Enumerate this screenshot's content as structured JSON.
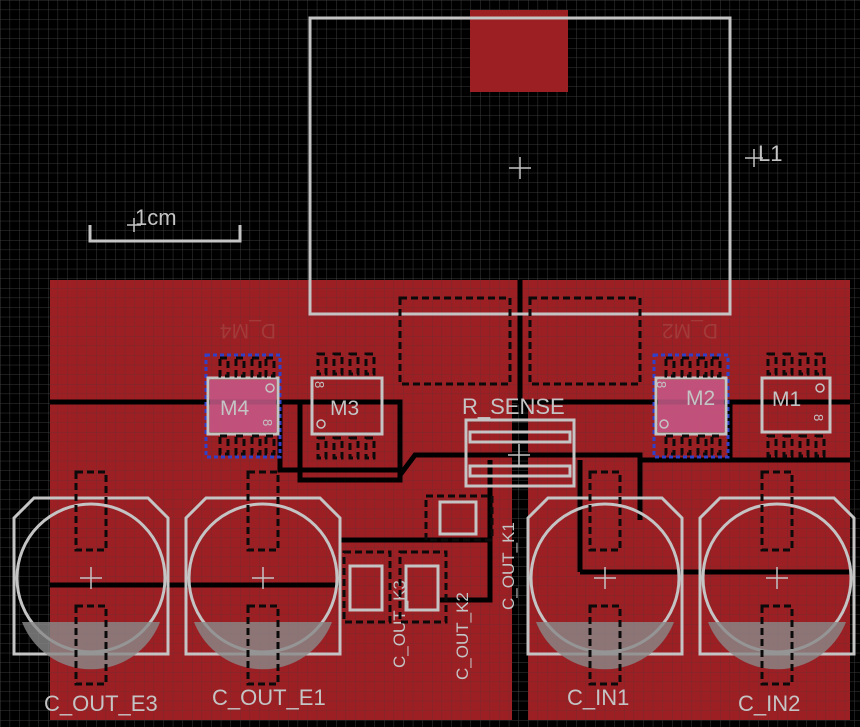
{
  "app": {
    "title": "PCB Layout Editor"
  },
  "colors": {
    "background": "#000000",
    "grid": "#3a3a3a",
    "copper": "#9c1f24",
    "silkscreen": "#c4c4c4",
    "via_blue": "#3040c8"
  },
  "scale_bar": {
    "label": "1cm"
  },
  "components": {
    "inductor": "L1",
    "sense_resistor": "R_SENSE",
    "mosfets": [
      "M4",
      "M3",
      "M2",
      "M1"
    ],
    "diodes": [
      "D_M4",
      "D_M2"
    ],
    "capacitors_electrolytic": [
      "C_OUT_E3",
      "C_OUT_E1",
      "C_IN1",
      "C_IN2"
    ],
    "capacitors_ceramic": [
      "C_OUT_K3",
      "C_OUT_K2",
      "C_OUT_K1"
    ],
    "pin_marker": "8"
  }
}
